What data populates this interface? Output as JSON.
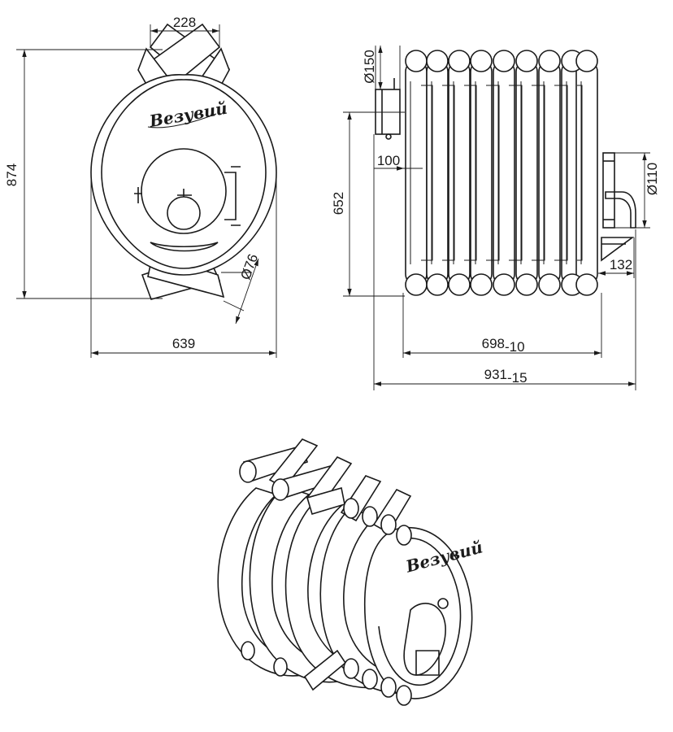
{
  "dimensions": {
    "front_top_width": "228",
    "front_height": "874",
    "front_bottom_width": "639",
    "front_pipe_diameter": "Ø76",
    "side_flue_diameter": "Ø150",
    "side_height": "652",
    "side_flue_offset": "100",
    "side_door_diameter": "Ø110",
    "side_door_depth": "132",
    "side_body_length": "698",
    "side_body_length_tol": "-10",
    "side_total_length": "931",
    "side_total_length_tol": "-15"
  },
  "logo": "Везувий"
}
